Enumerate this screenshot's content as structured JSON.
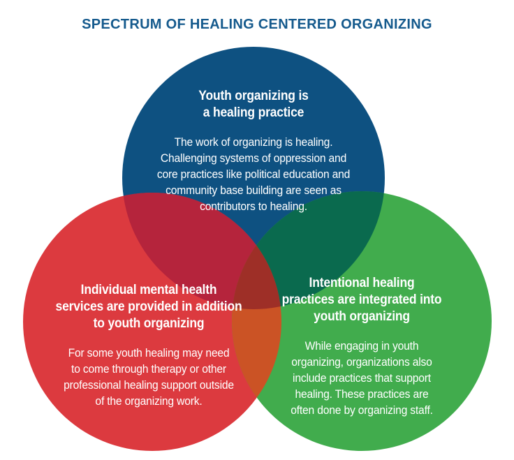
{
  "title": "SPECTRUM OF HEALING CENTERED ORGANIZING",
  "colors": {
    "title_text": "#155a8d",
    "circle_text": "#ffffff",
    "circle_blue": "#0e5181",
    "circle_red": "#dc3a3f",
    "circle_green": "#41ac4d",
    "overlap_red_blue": "#b5243c",
    "overlap_green_blue": "#0a6a4e",
    "overlap_red_green": "#cb5325",
    "overlap_center": "#9e2f27"
  },
  "venn": {
    "top_circle": {
      "heading": "Youth organizing is\na healing practice",
      "body": "The work of organizing is healing.\nChallenging systems of oppression and\ncore practices like political education and\ncommunity base building are seen as\ncontributors to healing."
    },
    "left_circle": {
      "heading": "Individual mental health\nservices are provided in addition\nto youth organizing",
      "body": "For some youth healing may need\nto come through therapy or other\nprofessional healing support outside\nof the organizing work."
    },
    "right_circle": {
      "heading": "Intentional healing\npractices are integrated into\nyouth organizing",
      "body": "While engaging in youth\norganizing, organizations also\ninclude practices that support\nhealing. These practices are\noften done by organizing staff."
    }
  }
}
